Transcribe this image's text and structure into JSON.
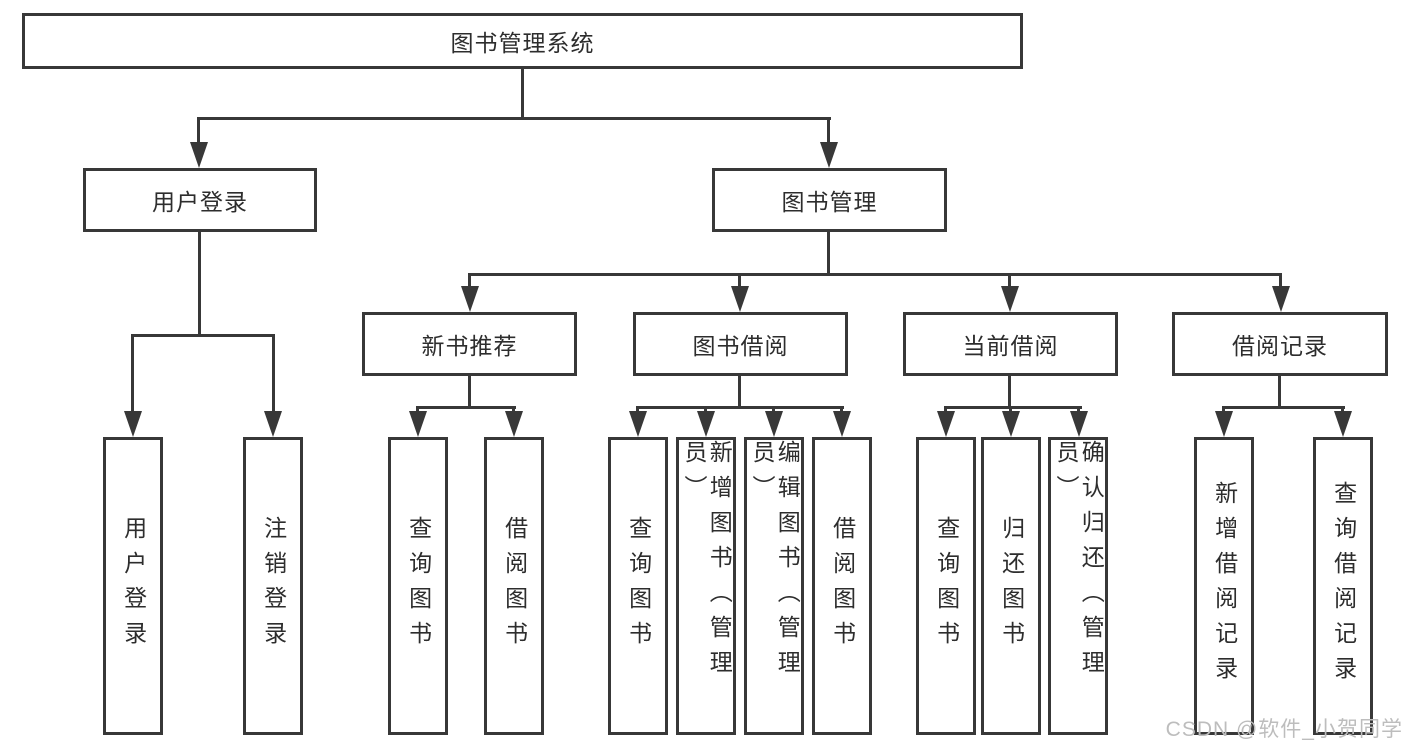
{
  "diagram": {
    "title": "图书管理系统",
    "root": {
      "label": "图书管理系统"
    },
    "branches": [
      {
        "label": "用户登录",
        "leaves": [
          {
            "label": "用户登录"
          },
          {
            "label": "注销登录"
          }
        ]
      },
      {
        "label": "图书管理",
        "groups": [
          {
            "label": "新书推荐",
            "leaves": [
              {
                "label": "查询图书"
              },
              {
                "label": "借阅图书"
              }
            ]
          },
          {
            "label": "图书借阅",
            "leaves": [
              {
                "label": "查询图书"
              },
              {
                "label": "新增图书（管理员）"
              },
              {
                "label": "编辑图书（管理员）"
              },
              {
                "label": "借阅图书"
              }
            ]
          },
          {
            "label": "当前借阅",
            "leaves": [
              {
                "label": "查询图书"
              },
              {
                "label": "归还图书"
              },
              {
                "label": "确认归还（管理员）"
              }
            ]
          },
          {
            "label": "借阅记录",
            "leaves": [
              {
                "label": "新增借阅记录"
              },
              {
                "label": "查询借阅记录"
              }
            ]
          }
        ]
      }
    ],
    "colors": {
      "line": "#383838",
      "text": "#2d2d2d",
      "watermark": "#bdbdbd",
      "background": "#ffffff"
    },
    "watermark": "CSDN @软件_小贺同学"
  }
}
